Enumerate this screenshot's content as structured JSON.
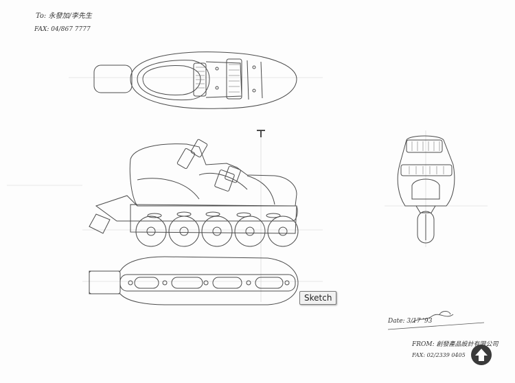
{
  "header": {
    "to_line": "To: 永發加/李先生",
    "fax_line": "FAX: 04/867 7777"
  },
  "footer": {
    "date_line": "Date: 3/17 '93",
    "from_line": "FROM: 創發產品設計有限公司",
    "fax_line": "FAX: 02/2339 0405"
  },
  "tooltip": {
    "label": "Sketch"
  },
  "icons": {
    "scroll_top": "arrow-up-icon"
  },
  "colors": {
    "ink": "#3a3a3a",
    "button_bg": "#3a3a3a",
    "tooltip_bg": "#f1f1f1"
  }
}
